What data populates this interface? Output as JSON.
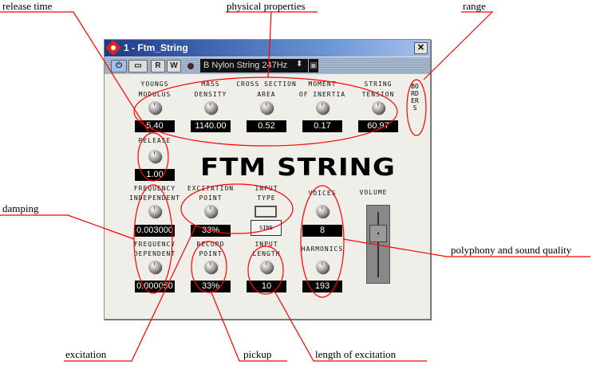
{
  "window": {
    "title": "1 - Ftm_String",
    "close": "✕"
  },
  "toolbar": {
    "power": "⏻",
    "bypass": "▭",
    "read": "R",
    "write": "W",
    "preset": "B Nylon String 247Hz",
    "arrows": "⬍",
    "save": "▣"
  },
  "plugin_title": "FTM STRING",
  "borders_label": "BORDERS",
  "physical": [
    {
      "l1": "YOUNGS",
      "l2": "MODULUS",
      "value": "5.40"
    },
    {
      "l1": "MASS",
      "l2": "DENSITY",
      "value": "1140.00"
    },
    {
      "l1": "CROSS SECTION",
      "l2": "AREA",
      "value": "0.52"
    },
    {
      "l1": "MOMENT",
      "l2": "OF INERTIA",
      "value": "0.17"
    },
    {
      "l1": "STRING",
      "l2": "TENSION",
      "value": "60.97"
    }
  ],
  "release": {
    "label": "RELEASE",
    "value": "1.00"
  },
  "freq_indep": {
    "l1": "FREQUENCY",
    "l2": "INDEPENDENT",
    "value": "0.003000"
  },
  "freq_dep": {
    "l1": "FREQUENCY",
    "l2": "DEPENDENT",
    "value": "0.000050"
  },
  "excitation": {
    "l1": "EXCITATION",
    "l2": "POINT",
    "value": "33%"
  },
  "record": {
    "l1": "RECORD",
    "l2": "POINT",
    "value": "33%"
  },
  "input_type": {
    "l1": "INPUT",
    "l2": "TYPE",
    "button": "SINE"
  },
  "input_length": {
    "l1": "INPUT",
    "l2": "LENGTH",
    "value": "10"
  },
  "voices": {
    "label": "VOICES",
    "value": "8"
  },
  "harmonics": {
    "label": "HARMONICS",
    "value": "193"
  },
  "volume": {
    "label": "VOLUME",
    "level": 0.75
  },
  "annotations": {
    "release_time": "release time",
    "physical": "physical properties",
    "range": "range",
    "damping": "damping",
    "polyphony": "polyphony and sound quality",
    "excitation": "excitation",
    "pickup": "pickup",
    "length": "length of excitation"
  }
}
